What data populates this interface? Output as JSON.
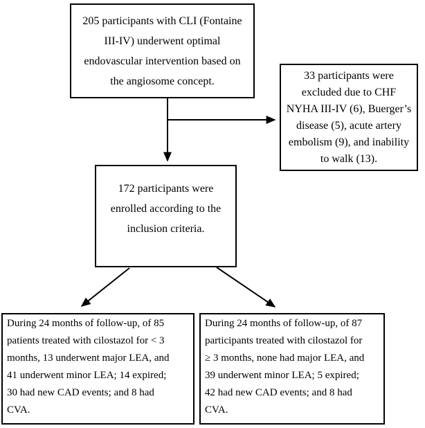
{
  "diagram_type": "participant-flow-diagram",
  "colors": {
    "background": "#ffffff",
    "box_border": "#000000",
    "text": "#000000",
    "arrow": "#000000"
  },
  "nodes": {
    "screened": {
      "lines": [
        "205 participants with CLI (Fontaine",
        "III-IV) underwent optimal",
        "endovascular intervention based on",
        "the angiosome concept."
      ]
    },
    "excluded": {
      "lines": [
        "33 participants were",
        "excluded due to CHF",
        "NYHA III-IV (6), Buerger’s",
        "disease (5), acute artery",
        "embolism (9), and inability",
        "to walk (13)."
      ]
    },
    "enrolled": {
      "lines": [
        "172 participants were",
        "enrolled according to the",
        "inclusion criteria."
      ]
    },
    "cilostazol_lt3mo": {
      "lines": [
        "During 24 months of follow-up, of 85",
        "patients treated with cilostazol for < 3",
        "months, 13 underwent major LEA, and",
        "41 underwent minor LEA; 14 expired;",
        "30 had new CAD events; and 8 had",
        "CVA."
      ]
    },
    "cilostazol_ge3mo": {
      "lines": [
        "During 24 months of follow-up, of 87",
        "participants treated with cilostazol for",
        "≥ 3 months, none had major LEA, and",
        "39 underwent minor LEA; 5 expired;",
        "42 had new CAD events; and 8 had",
        "CVA."
      ]
    }
  },
  "edges": [
    {
      "from": "screened",
      "to": "enrolled",
      "style": "arrow"
    },
    {
      "from": "screened",
      "to": "excluded",
      "style": "arrow"
    },
    {
      "from": "enrolled",
      "to": "cilostazol_lt3mo",
      "style": "arrow"
    },
    {
      "from": "enrolled",
      "to": "cilostazol_ge3mo",
      "style": "arrow"
    }
  ]
}
